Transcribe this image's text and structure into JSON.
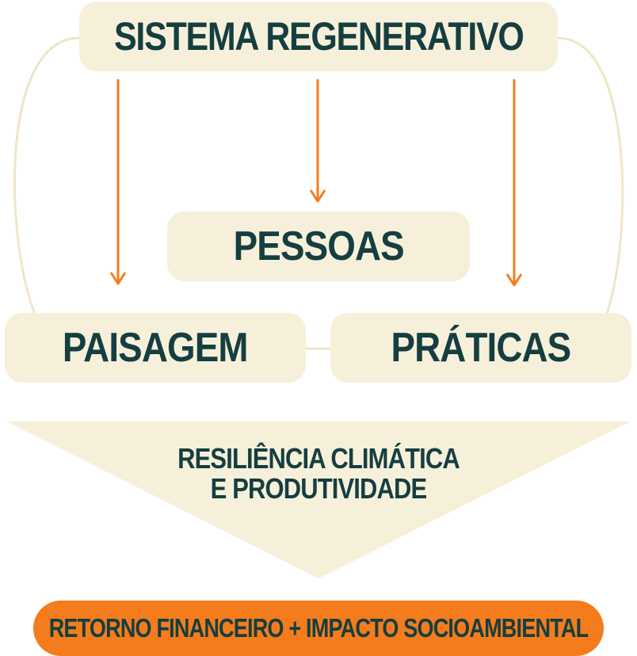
{
  "diagram": {
    "top_node": {
      "label": "SISTEMA REGENERATIVO"
    },
    "nodes": [
      {
        "id": "pessoas",
        "label": "PESSOAS"
      },
      {
        "id": "paisagem",
        "label": "PAISAGEM"
      },
      {
        "id": "praticas",
        "label": "PRÁTICAS"
      }
    ],
    "result": {
      "line1": "RESILIÊNCIA CLIMÁTICA",
      "line2": "E PRODUTIVIDADE"
    },
    "outcome": {
      "label": "RETORNO FINANCEIRO + IMPACTO SOCIOAMBIENTAL"
    },
    "colors": {
      "box_fill": "#f6f0da",
      "connector": "#efe6c4",
      "arrow": "#f47c1c",
      "text": "#153e40",
      "outcome_fill": "#f47c1c"
    }
  }
}
